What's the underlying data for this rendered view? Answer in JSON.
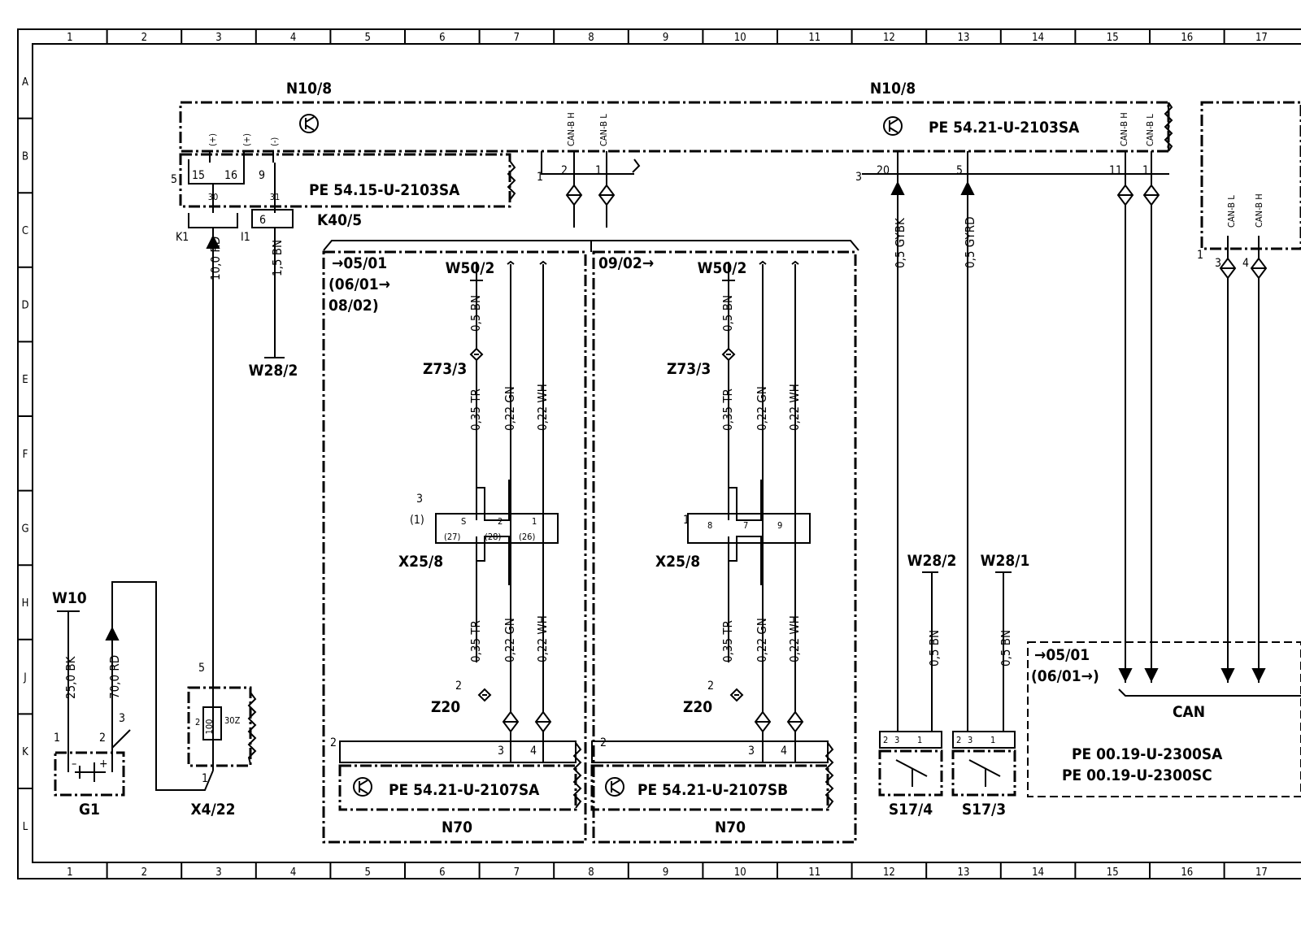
{
  "frame": {
    "columns": [
      "1",
      "2",
      "3",
      "4",
      "5",
      "6",
      "7",
      "8",
      "9",
      "10",
      "11",
      "12",
      "13",
      "14",
      "15",
      "16",
      "17"
    ],
    "rows": [
      "A",
      "B",
      "C",
      "D",
      "E",
      "F",
      "G",
      "H",
      "J",
      "K",
      "L"
    ]
  },
  "components": {
    "n10_8_left": "N10/8",
    "n10_8_right": "N10/8",
    "k40_5": "K40/5",
    "w28_2_top": "W28/2",
    "w50_2_a": "W50/2",
    "w50_2_b": "W50/2",
    "z73_3_a": "Z73/3",
    "z73_3_b": "Z73/3",
    "x25_8_a": "X25/8",
    "x25_8_b": "X25/8",
    "z20_a": "Z20",
    "z20_b": "Z20",
    "n70_a": "N70",
    "n70_b": "N70",
    "w10": "W10",
    "g1": "G1",
    "x4_22": "X4/22",
    "w28_2_bottom": "W28/2",
    "w28_1": "W28/1",
    "s17_4": "S17/4",
    "s17_3": "S17/3"
  },
  "references": {
    "pe_54_15": "PE  54.15-U-2103SA",
    "pe_54_21_top": "PE  54.21-U-2103SA",
    "pe_2107sa": "PE  54.21-U-2107SA",
    "pe_2107sb": "PE  54.21-U-2107SB",
    "pe_00_19_sa": "PE  00.19-U-2300SA",
    "pe_00_19_sc": "PE  00.19-U-2300SC"
  },
  "date_ranges": {
    "left_a": "→05/01",
    "left_b": "(06/01→",
    "left_c": "08/02)",
    "mid": "09/02→",
    "right_a": "→05/01",
    "right_b": "(06/01→)"
  },
  "wires": {
    "rd_10": "10,0 RD",
    "bn_15": "1,5 BN",
    "bn_05_a": "0,5 BN",
    "tr_035_a": "0,35 TR",
    "gn_022_a": "0,22 GN",
    "wh_022_a": "0,22 WH",
    "tr_035_a2": "0,35 TR",
    "gn_022_a2": "0,22 GN",
    "wh_022_a2": "0,22 WH",
    "bn_05_b": "0,5 BN",
    "tr_035_b": "0,35 TR",
    "gn_022_b": "0,22 GN",
    "wh_022_b": "0,22 WH",
    "tr_035_b2": "0,35 TR",
    "gn_022_b2": "0,22 GN",
    "wh_022_b2": "0,22 WH",
    "gybk": "0,5 GYBK",
    "gyrd": "0,5 GYRD",
    "bk_25": "25,0 BK",
    "rd_70": "70,0 RD",
    "bn_s17_4": "0,5 BN",
    "bn_s17_3": "0,5 BN"
  },
  "pins": {
    "can_bh": "CAN-B H",
    "can_bl": "CAN-B L",
    "plus": "(+)",
    "minus": "(-)",
    "p5": "5",
    "p15": "15",
    "p16": "16",
    "p9": "9",
    "p30": "30",
    "p31": "31",
    "p6": "6",
    "p1": "1",
    "p2": "2",
    "p3": "3",
    "p4": "4",
    "p20": "20",
    "p11": "11",
    "k1": "K1",
    "i1": "I1",
    "s": "S",
    "p27": "(27)",
    "p28": "(28)",
    "p26": "(26)",
    "p_1": "(1)",
    "p8": "8",
    "p7": "7",
    "p9b": "9",
    "z30": "30Z",
    "r100": "100",
    "minus_sign": "–",
    "plus_sign": "+"
  },
  "bus": {
    "can": "CAN"
  }
}
